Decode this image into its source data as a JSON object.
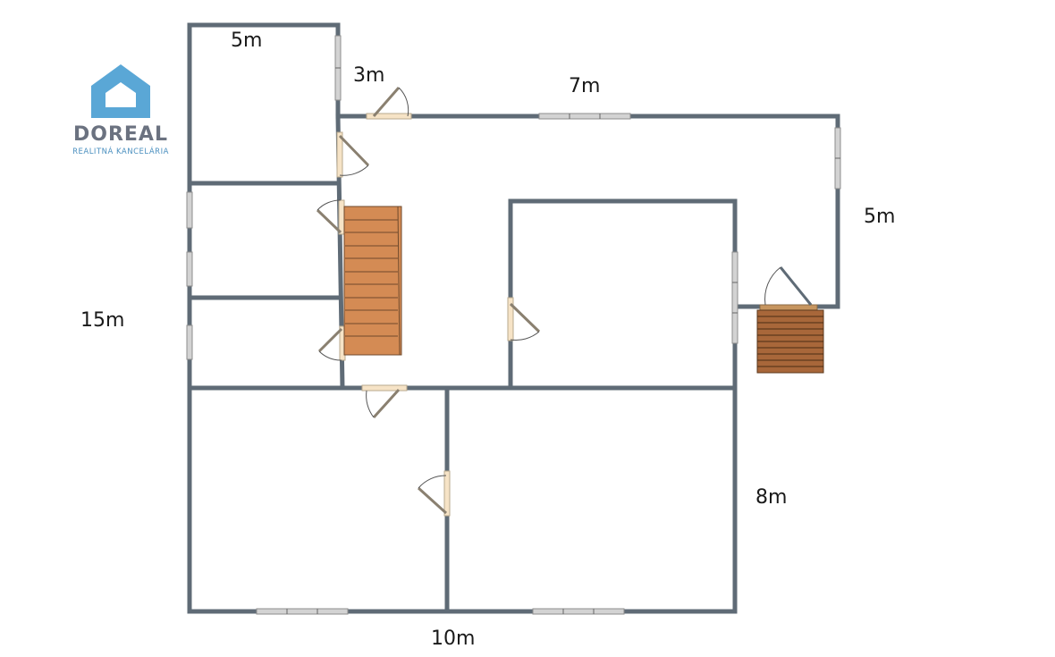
{
  "logo": {
    "name": "DOREAL",
    "subtitle": "REALITNÁ KANCELÁRIA",
    "icon": "house-icon",
    "color": "#5aa7d6"
  },
  "dimensions": {
    "top_left_room": "5m",
    "corridor_gap": "3m",
    "top_wall": "7m",
    "right_wall": "5m",
    "left_total": "15m",
    "bottom_right": "8m",
    "bottom_total": "10m"
  },
  "colors": {
    "wall": "#5f6b76",
    "door": "#f6e3c6",
    "window": "#d0d0d0",
    "stairs_inner": "#d48b54",
    "stairs_outer": "#a8673a"
  }
}
